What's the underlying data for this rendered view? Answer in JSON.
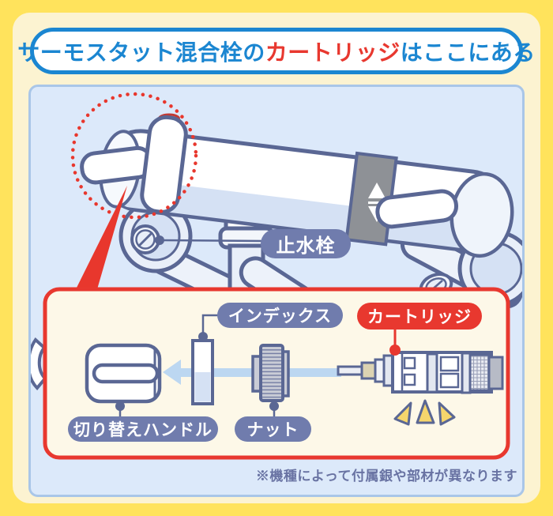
{
  "title": {
    "prefix": "サーモスタット混合栓の",
    "highlight": "カートリッジ",
    "suffix": "はここにある"
  },
  "diagram": {
    "stop_valve_label": "止水栓",
    "exploded_view": {
      "index_label": "インデックス",
      "cartridge_label": "カートリッジ",
      "switch_handle_label": "切り替えハンドル",
      "nut_label": "ナット"
    },
    "note": "※機種によって付属銀や部材が異なります"
  },
  "icons": {
    "dotted_circle": "red dotted highlight ring over cartridge location",
    "callout_wedge": "red wedge pointing from highlight circle to detail box",
    "assembly_arrow": "light-blue left-pointing assembly arrow",
    "emphasis_marks": "three yellow emphasis rays under cartridge",
    "temperature_cap": "small pink cap on top of faucet body",
    "adjust_band_arrows": "white up/down triangles on gray band"
  },
  "colors": {
    "frame_yellow": "#FFE35C",
    "inner_cream": "#FCF3D1",
    "panel_blue": "#DCE9FA",
    "panel_border": "#A9C6E8",
    "title_blue": "#1B86D1",
    "accent_red": "#E8382F",
    "badge_blue": "#707CAD",
    "outline_navy": "#5A6794",
    "shade_blue": "#D5E1F4",
    "arrow_blue": "#BCD7F1",
    "box_cream": "#FDF8E8",
    "note_text": "#6973A3",
    "part_gray": "#C9CCD6",
    "mark_yellow": "#F6D66C"
  }
}
